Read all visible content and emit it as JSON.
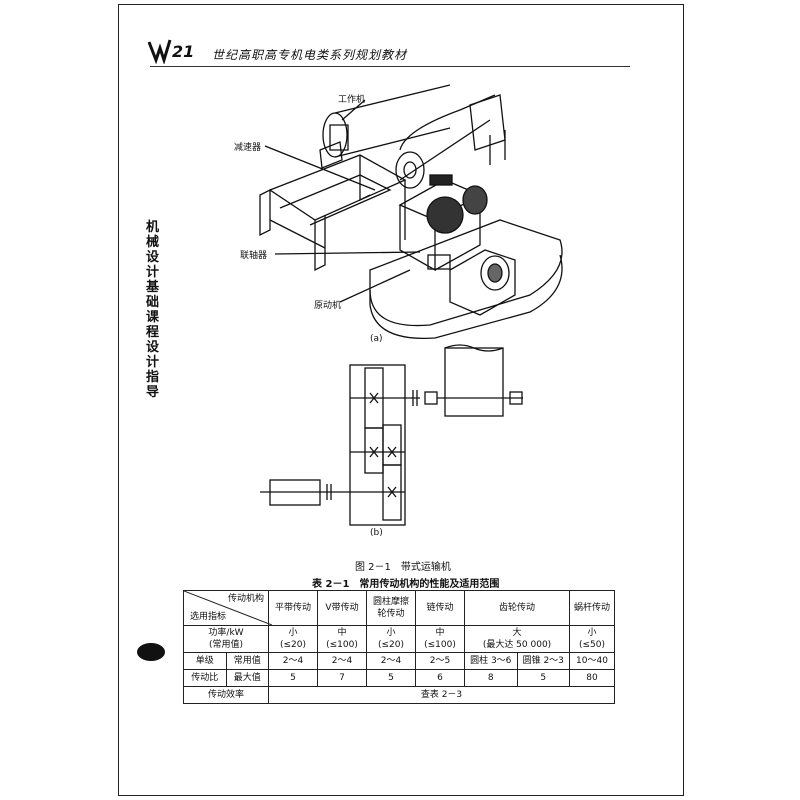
{
  "header": {
    "series_number": "21",
    "book_series_title": "世纪高职高专机电类系列规划教材"
  },
  "side_title": "机械设计基础课程设计指导",
  "figure_a": {
    "labels": {
      "work_machine": "工作机",
      "reducer": "减速器",
      "coupling": "联轴器",
      "prime_mover": "原动机"
    },
    "sub_label": "(a)"
  },
  "figure_b": {
    "sub_label": "(b)"
  },
  "figure_caption": "图 2－1　带式运输机",
  "table_caption": "表 2－1　常用传动机构的性能及适用范围",
  "table": {
    "corner_top": "传动机构",
    "corner_bottom": "选用指标",
    "columns": [
      "平带传动",
      "V带传动",
      "圆柱摩擦轮传动",
      "链传动",
      "齿轮传动",
      "蜗杆传动"
    ],
    "power_label": "功率/kW",
    "power_sub": "(常用值)",
    "power_size": [
      "小",
      "中",
      "小",
      "中",
      "大",
      "小"
    ],
    "power_values": [
      "(≤20)",
      "(≤100)",
      "(≤20)",
      "(≤100)",
      "(最大达 50 000)",
      "(≤50)"
    ],
    "ratio_main": "单级",
    "ratio_main2": "传动比",
    "ratio_common_label": "常用值",
    "ratio_max_label": "最大值",
    "ratio_common": [
      "2～4",
      "2～4",
      "2～4",
      "2～5",
      "圆柱 3～6",
      "圆锥 2～3",
      "10～40"
    ],
    "ratio_max": [
      "5",
      "7",
      "5",
      "6",
      "8",
      "5",
      "80"
    ],
    "efficiency_label": "传动效率",
    "efficiency_value": "查表 2－3"
  }
}
